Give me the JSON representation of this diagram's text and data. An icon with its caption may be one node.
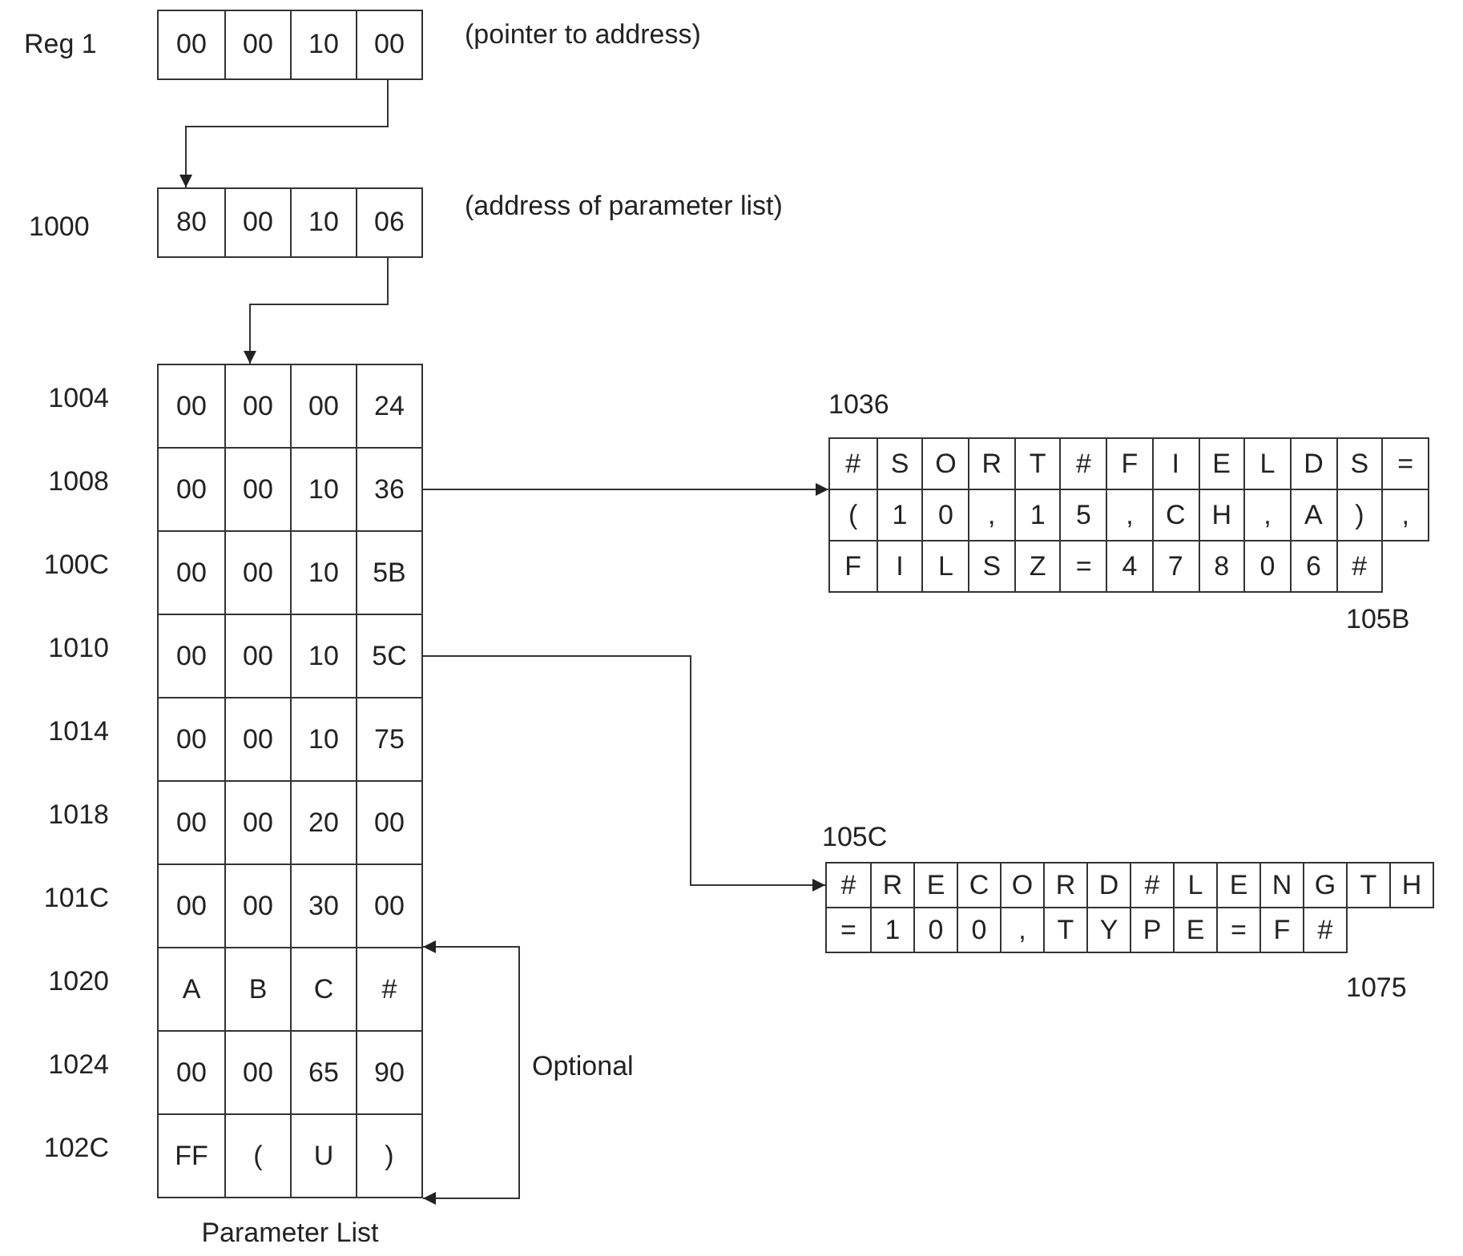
{
  "diagram": {
    "nodes": [
      {
        "text": [
          "00",
          "00",
          "10",
          "00"
        ],
        "beside": [
          "Reg 1",
          "(pointer to address)"
        ]
      },
      {
        "text": [
          "80",
          "00",
          "10",
          "06"
        ],
        "beside": [
          "1000",
          "(address of parameter list)"
        ]
      },
      {
        "text": [
          "Parameter List"
        ]
      },
      {
        "text": [
          "00",
          "00",
          "00",
          "24"
        ],
        "in": 2,
        "beside": [
          "1004"
        ]
      },
      {
        "text": [
          "00",
          "00",
          "10",
          "36"
        ],
        "in": 2,
        "beside": [
          "1008"
        ]
      },
      {
        "text": [
          "00",
          "00",
          "10",
          "5B"
        ],
        "in": 2,
        "beside": [
          "100C"
        ]
      },
      {
        "text": [
          "00",
          "00",
          "10",
          "5C"
        ],
        "in": 2,
        "beside": [
          "1010"
        ]
      },
      {
        "text": [
          "00",
          "00",
          "10",
          "75"
        ],
        "in": 2,
        "beside": [
          "1014"
        ]
      },
      {
        "text": [
          "00",
          "00",
          "20",
          "00"
        ],
        "in": 2,
        "beside": [
          "1018"
        ]
      },
      {
        "text": [
          "00",
          "00",
          "30",
          "00"
        ],
        "in": 2,
        "beside": [
          "101C"
        ]
      },
      {
        "text": [
          "A",
          "B",
          "C",
          "#"
        ],
        "in": 2,
        "beside": [
          "1020"
        ]
      },
      {
        "text": [
          "00",
          "00",
          "65",
          "90"
        ],
        "in": 2,
        "beside": [
          "1024"
        ]
      },
      {
        "text": [
          "FF",
          "(",
          "U",
          ")"
        ],
        "in": 2,
        "beside": [
          "102C"
        ]
      },
      {
        "text": [
          "#",
          "S",
          "O",
          "R",
          "T",
          "#",
          "F",
          "I",
          "E",
          "L",
          "D",
          "S",
          "="
        ],
        "beside": [
          "1036"
        ]
      },
      {
        "text": [
          "(",
          "1",
          "0",
          ",",
          "1",
          "5",
          ",",
          "C",
          "H",
          ",",
          "A",
          ")",
          ","
        ]
      },
      {
        "text": [
          "F",
          "I",
          "L",
          "S",
          "Z",
          "=",
          "4",
          "7",
          "8",
          "0",
          "6",
          "#"
        ],
        "beside": [
          "105B"
        ]
      },
      {
        "text": [
          "#",
          "R",
          "E",
          "C",
          "O",
          "R",
          "D",
          "#",
          "L",
          "E",
          "N",
          "G",
          "T",
          "H"
        ],
        "beside": [
          "105C"
        ]
      },
      {
        "text": [
          "=",
          "1",
          "0",
          "0",
          ",",
          "T",
          "Y",
          "P",
          "E",
          "=",
          "F",
          "#"
        ],
        "beside": [
          "1075"
        ]
      }
    ],
    "edges": [
      {
        "from": 0,
        "to": 1,
        "arrow": "to"
      },
      {
        "from": 1,
        "to": 2,
        "arrow": "to"
      },
      {
        "from": 4,
        "to": 13,
        "arrow": "to"
      },
      {
        "from": 6,
        "to": 16,
        "arrow": "to"
      },
      {
        "from": 10,
        "to": 12,
        "arrow": "both",
        "label": "Optional"
      }
    ]
  }
}
